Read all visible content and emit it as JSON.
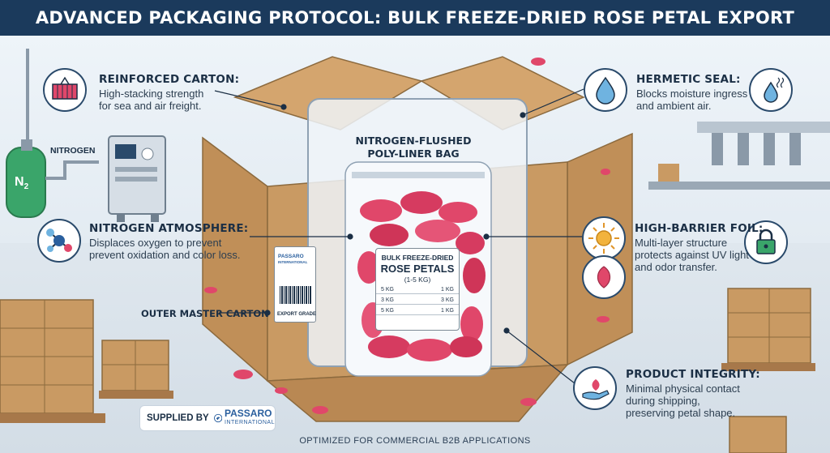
{
  "title": "ADVANCED PACKAGING PROTOCOL: BULK FREEZE-DRIED ROSE PETAL EXPORT",
  "callouts": {
    "reinforced_carton": {
      "heading": "REINFORCED CARTON:",
      "line1": "High-stacking strength",
      "line2": "for sea and air freight.",
      "icon": "shipping-container-icon"
    },
    "hermetic_seal": {
      "heading": "HERMETIC SEAL:",
      "line1": "Blocks moisture ingress",
      "line2": "and ambient air.",
      "icon": "water-drop-icon"
    },
    "nitrogen_atmosphere": {
      "heading": "NITROGEN ATMOSPHERE:",
      "line1": "Displaces oxygen to prevent",
      "line2": "prevent oxidation and color loss.",
      "icon": "molecule-icon"
    },
    "high_barrier_foil": {
      "heading": "HIGH-BARRIER FOIL:",
      "line1": "Multi-layer structure",
      "line2": "protects against UV light",
      "line3": "and odor transfer.",
      "icon": "padlock-icon"
    },
    "product_integrity": {
      "heading": "PRODUCT INTEGRITY:",
      "line1": "Minimal physical contact",
      "line2": "during shipping,",
      "line3": "preserving petal shape.",
      "icon": "hand-petal-icon"
    }
  },
  "bag": {
    "title_line1": "NITROGEN-FLUSHED",
    "title_line2": "POLY-LINER BAG",
    "label_line1": "BULK FREEZE-DRIED",
    "label_line2": "ROSE PETALS",
    "label_line3": "(1-5 KG)",
    "rows": [
      {
        "left": "5 KG",
        "right": "1 KG"
      },
      {
        "left": "3 KG",
        "right": "3 KG"
      },
      {
        "left": "5 KG",
        "right": "1 KG"
      }
    ]
  },
  "outer_carton_label": "OUTER MASTER CARTON",
  "master_label": {
    "brand": "PASSARO",
    "brand_sub": "INTERNATIONAL",
    "grade": "EXPORT GRADE"
  },
  "nitrogen_label": "NITROGEN",
  "n2_text": "N",
  "n2_sub": "2",
  "supplied": {
    "label": "SUPPLIED BY",
    "brand": "PASSARO",
    "brand_sub": "INTERNATIONAL"
  },
  "footer": "OPTIMIZED FOR COMMERCIAL B2B APPLICATIONS",
  "colors": {
    "title_bar": "#1b3a5c",
    "carton": "#c99a63",
    "petal": "#e0476a",
    "accent": "#2a5f9e"
  }
}
